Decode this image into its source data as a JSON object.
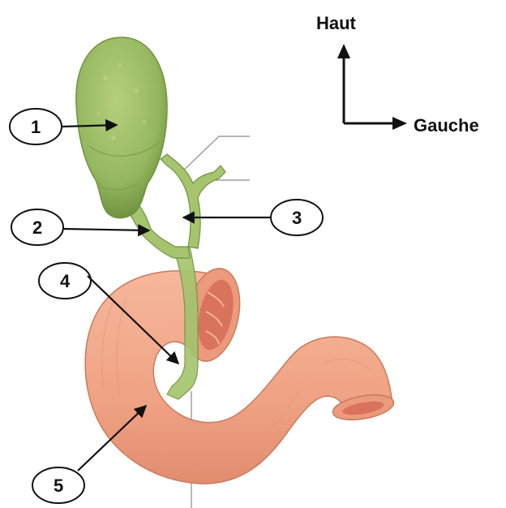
{
  "orientation": {
    "up_label": "Haut",
    "left_label": "Gauche"
  },
  "callouts": [
    {
      "number": "1"
    },
    {
      "number": "2"
    },
    {
      "number": "3"
    },
    {
      "number": "4"
    },
    {
      "number": "5"
    }
  ],
  "colors": {
    "gallbladder": "#9fbe68",
    "gallbladder_dark": "#6f9440",
    "duct": "#a6c46e",
    "duodenum": "#f1a98b",
    "duodenum_dark": "#d97e60",
    "duodenum_inner": "#e0806a",
    "stroke": "#111111",
    "leader_line": "#888888"
  }
}
